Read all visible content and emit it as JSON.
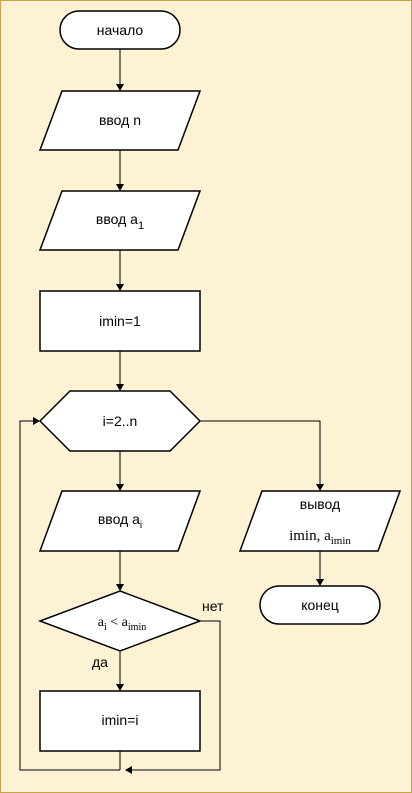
{
  "flowchart": {
    "start": "начало",
    "input_n": "ввод n",
    "input_a1": {
      "prefix": "ввод a",
      "sub": "1"
    },
    "assign_imin": "imin=1",
    "loop": "i=2..n",
    "input_ai": {
      "prefix": "ввод a",
      "sub": "i"
    },
    "condition": {
      "left": "a",
      "left_sub": "i",
      "op": " < ",
      "right": "a",
      "right_sub": "imin"
    },
    "yes_label": "да",
    "no_label": "нет",
    "assign_i": "imin=i",
    "output": {
      "title": "вывод",
      "vars": "imin, a",
      "vars_sub": "imin"
    },
    "end": "конец"
  }
}
